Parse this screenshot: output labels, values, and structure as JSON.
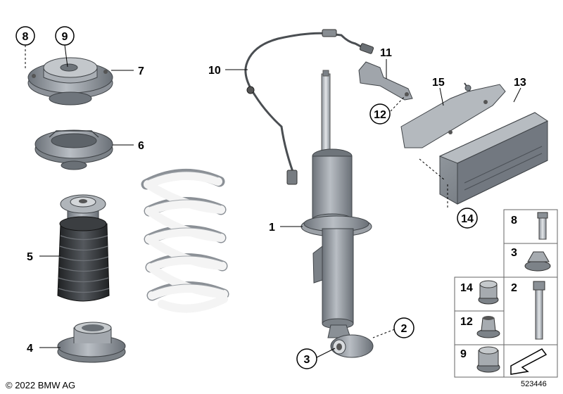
{
  "callouts": {
    "c1": "1",
    "c2": "2",
    "c3": "3",
    "c4": "4",
    "c5": "5",
    "c6": "6",
    "c7": "7",
    "c8": "8",
    "c9": "9",
    "c10": "10",
    "c11": "11",
    "c12": "12",
    "c13": "13",
    "c14": "14",
    "c15": "15"
  },
  "legend": {
    "l8": "8",
    "l3": "3",
    "l14": "14",
    "l2": "2",
    "l12": "12",
    "l9": "9"
  },
  "footer": {
    "copyright": "© 2022 BMW AG",
    "diagram_id": "523446"
  },
  "colors": {
    "part_gray": "#9aa0a6",
    "part_dark": "#5b6168",
    "spring": "#f2f2f2",
    "boot": "#2e3033"
  }
}
